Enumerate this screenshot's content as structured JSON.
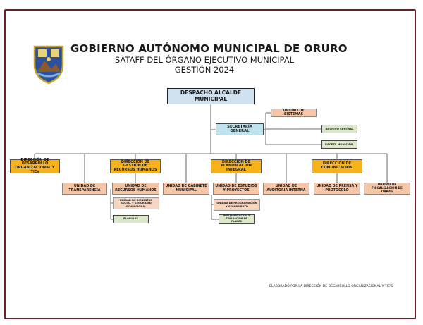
{
  "header": {
    "title": "GOBIERNO AUTÓNOMO MUNICIPAL DE ORURO",
    "subtitle": "SATAFF DEL ÓRGANO EJECUTIVO MUNICIPAL",
    "year": "GESTIÓN 2024"
  },
  "org": {
    "root": "DESPACHO ALCALDE MUNICIPAL",
    "secretaria": "SECRETARÍA GENERAL",
    "secretaria_units": [
      "UNIDAD DE SISTEMAS",
      "ARCHIVO CENTRAL",
      "GACETA MUNICIPAL"
    ],
    "directions": [
      "DIRECCIÓN DE DESARROLLO ORGANIZACIONAL Y TICs",
      "DIRECCIÓN DE GESTIÓN DE RECURSOS HUMANOS",
      "DIRECCION DE PLANIFICACION INTEGRAL",
      "DIRECCIÓN DE COMUNICACIÓN"
    ],
    "units": [
      "UNIDAD DE TRANSPARENCIA",
      "UNIDAD DE RECURSOS HUMANOS",
      "UNIDAD DE GABINETE MUNICIPAL",
      "UNIDAD DE ESTUDIOS Y PROYECTOS",
      "UNIDAD DE AUDITORIA INTERNA",
      "UNIDAD DE PRENSA Y PROTOCOLO",
      "UNIDAD DE FISCALIZACIÓN DE OBRAS"
    ],
    "subunits": {
      "bienestar": "UNIDAD DE BIENESTAR SOCIAL Y SEGURIDAD OCUPACIONAL",
      "planillas": "PLANILLAS",
      "programacion": "UNIDAD DE PROGRAMACIÓN Y SEGUIMIENTO",
      "implementacion": "IMPLEMENTACIÓN Y EVALUACIÓN DE PLANES"
    }
  },
  "footer": "ELABORADO POR LA DIRECCIÓN DE DESARROLLO ORGANIZACIONAL Y TIC'S",
  "colors": {
    "border": "#6b1f2a",
    "root": "#cfe0ef",
    "secretaria": "#bfe3ee",
    "direction": "#f6b11b",
    "unit": "#f6c6a8",
    "green": "#dbe8c9"
  },
  "logo_icon": "municipal-coat-of-arms-icon"
}
